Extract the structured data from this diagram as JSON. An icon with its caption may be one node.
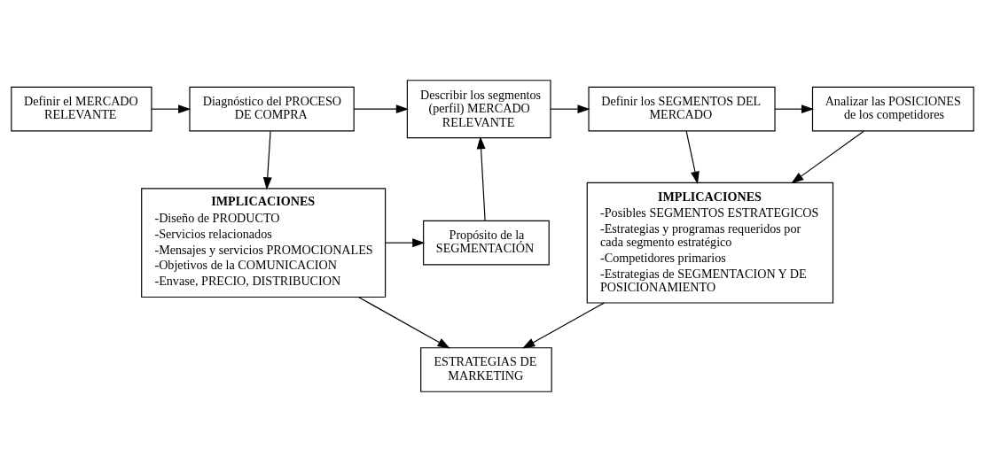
{
  "diagram": {
    "nodes": [
      {
        "text": [
          "Definir el MERCADO RELEVANTE"
        ]
      },
      {
        "text": [
          "Diagnóstico del PROCESO DE COMPRA"
        ]
      },
      {
        "text": [
          "Describir los segmentos (perfil) MERCADO RELEVANTE"
        ]
      },
      {
        "text": [
          "Definir los SEGMENTOS DEL MERCADO"
        ]
      },
      {
        "text": [
          "Analizar las POSICIONES de los competidores"
        ]
      },
      {
        "text": [
          "IMPLICACIONES",
          "-Diseño de PRODUCTO",
          "-Servicios relacionados",
          "-Mensajes y servicios PROMOCIONALES",
          "-Objetivos de la COMUNICACION",
          "-Envase, PRECIO, DISTRIBUCION"
        ]
      },
      {
        "text": [
          "Propósito de la SEGMENTACIÓN"
        ]
      },
      {
        "text": [
          "IMPLICACIONES",
          "-Posibles SEGMENTOS ESTRATEGICOS",
          "-Estrategias y programas requeridos por cada segmento estratégico",
          "-Competidores primarios",
          "-Estrategias de SEGMENTACION Y DE POSICIONAMIENTO"
        ]
      },
      {
        "text": [
          "ESTRATEGIAS DE MARKETING"
        ]
      }
    ],
    "edges": [
      {
        "from": 0,
        "to": 1,
        "arrow": "to"
      },
      {
        "from": 1,
        "to": 2,
        "arrow": "to"
      },
      {
        "from": 2,
        "to": 3,
        "arrow": "to"
      },
      {
        "from": 3,
        "to": 4,
        "arrow": "to"
      },
      {
        "from": 1,
        "to": 5,
        "arrow": "to"
      },
      {
        "from": 6,
        "to": 2,
        "arrow": "to"
      },
      {
        "from": 3,
        "to": 7,
        "arrow": "to"
      },
      {
        "from": 4,
        "to": 7,
        "arrow": "to"
      },
      {
        "from": 5,
        "to": 6,
        "arrow": "to"
      },
      {
        "from": 5,
        "to": 8,
        "arrow": "to"
      },
      {
        "from": 7,
        "to": 8,
        "arrow": "to"
      }
    ]
  }
}
